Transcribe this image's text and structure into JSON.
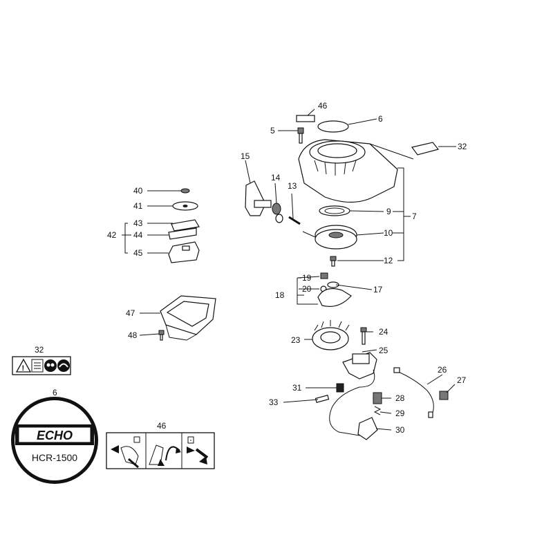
{
  "callouts": {
    "c46_top": "46",
    "c6_top": "6",
    "c5": "5",
    "c32_top": "32",
    "c15": "15",
    "c14": "14",
    "c13": "13",
    "c9": "9",
    "c7": "7",
    "c10": "10",
    "c12": "12",
    "c40": "40",
    "c41": "41",
    "c42": "42",
    "c43": "43",
    "c44": "44",
    "c45": "45",
    "c19": "19",
    "c20": "20",
    "c17": "17",
    "c18": "18",
    "c47": "47",
    "c48": "48",
    "c24": "24",
    "c23": "23",
    "c25": "25",
    "c26": "26",
    "c27": "27",
    "c31": "31",
    "c28": "28",
    "c33": "33",
    "c29": "29",
    "c30": "30"
  },
  "labels": {
    "warning_label_number": "32",
    "decal_number": "6",
    "decal_brand": "ECHO",
    "decal_model": "HCR-1500",
    "instruction_label_number": "46"
  }
}
